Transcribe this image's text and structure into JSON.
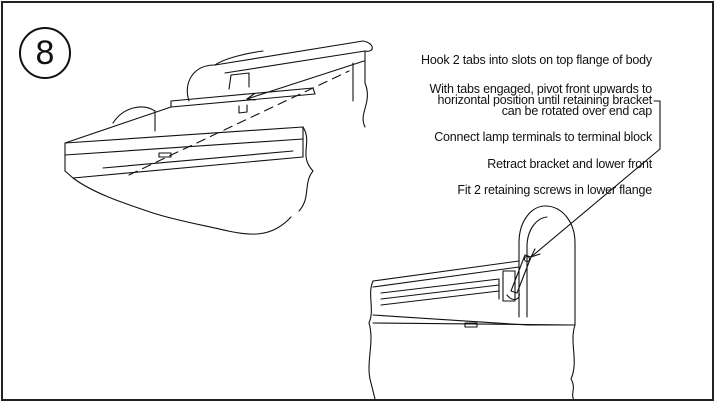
{
  "step": {
    "number": "8"
  },
  "instructions": [
    "Hook 2 tabs into slots on top flange of body",
    "With tabs engaged, pivot front upwards to",
    "horizontal position until retaining bracket",
    "can be rotated over end cap",
    "Connect lamp terminals to terminal block",
    "Retract bracket and lower front",
    "Fit 2 retaining screws in lower flange"
  ],
  "colors": {
    "ink": "#111111",
    "frame": "#222222",
    "paper": "#ffffff"
  }
}
